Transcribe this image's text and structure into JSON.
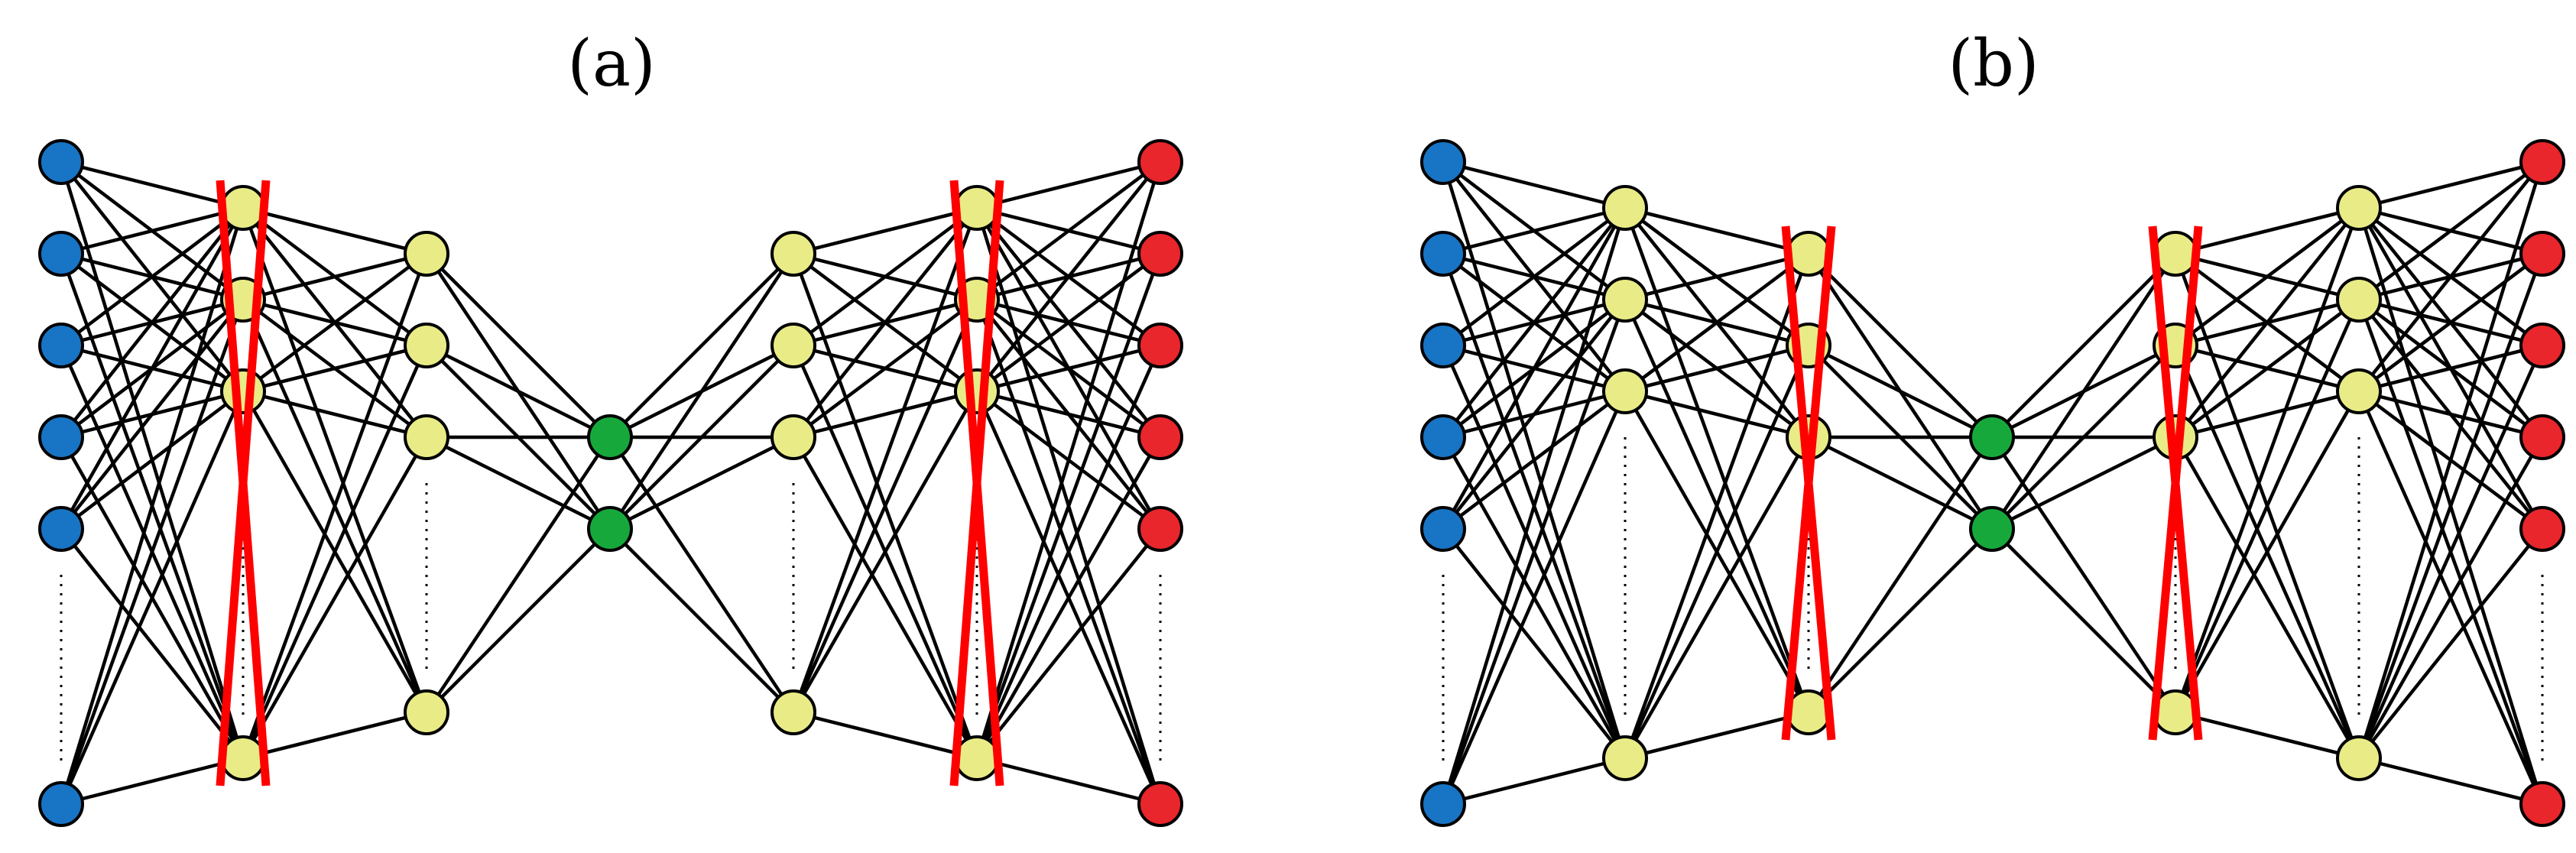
{
  "figure": {
    "panels": [
      {
        "id": "a",
        "label": "(a)",
        "layers": [
          {
            "role": "input",
            "color": "blue",
            "shown_nodes": 6,
            "ellipsis": true,
            "pruned": false
          },
          {
            "role": "hidden",
            "color": "yellow",
            "shown_nodes": 4,
            "ellipsis": true,
            "pruned": true
          },
          {
            "role": "hidden",
            "color": "yellow",
            "shown_nodes": 4,
            "ellipsis": true,
            "pruned": false
          },
          {
            "role": "latent",
            "color": "green",
            "shown_nodes": 2,
            "ellipsis": false,
            "pruned": false
          },
          {
            "role": "hidden",
            "color": "yellow",
            "shown_nodes": 4,
            "ellipsis": true,
            "pruned": false
          },
          {
            "role": "hidden",
            "color": "yellow",
            "shown_nodes": 4,
            "ellipsis": true,
            "pruned": true
          },
          {
            "role": "output",
            "color": "red",
            "shown_nodes": 6,
            "ellipsis": true,
            "pruned": false
          }
        ]
      },
      {
        "id": "b",
        "label": "(b)",
        "layers": [
          {
            "role": "input",
            "color": "blue",
            "shown_nodes": 6,
            "ellipsis": true,
            "pruned": false
          },
          {
            "role": "hidden",
            "color": "yellow",
            "shown_nodes": 4,
            "ellipsis": true,
            "pruned": false
          },
          {
            "role": "hidden",
            "color": "yellow",
            "shown_nodes": 4,
            "ellipsis": true,
            "pruned": true
          },
          {
            "role": "latent",
            "color": "green",
            "shown_nodes": 2,
            "ellipsis": false,
            "pruned": false
          },
          {
            "role": "hidden",
            "color": "yellow",
            "shown_nodes": 4,
            "ellipsis": true,
            "pruned": true
          },
          {
            "role": "hidden",
            "color": "yellow",
            "shown_nodes": 4,
            "ellipsis": true,
            "pruned": false
          },
          {
            "role": "output",
            "color": "red",
            "shown_nodes": 6,
            "ellipsis": true,
            "pruned": false
          }
        ]
      }
    ],
    "colors": {
      "blue": "#1874c4",
      "yellow": "#e9ec86",
      "green": "#17a83c",
      "red": "#e8262b",
      "cross": "#ff0000",
      "edge": "#000000"
    }
  }
}
